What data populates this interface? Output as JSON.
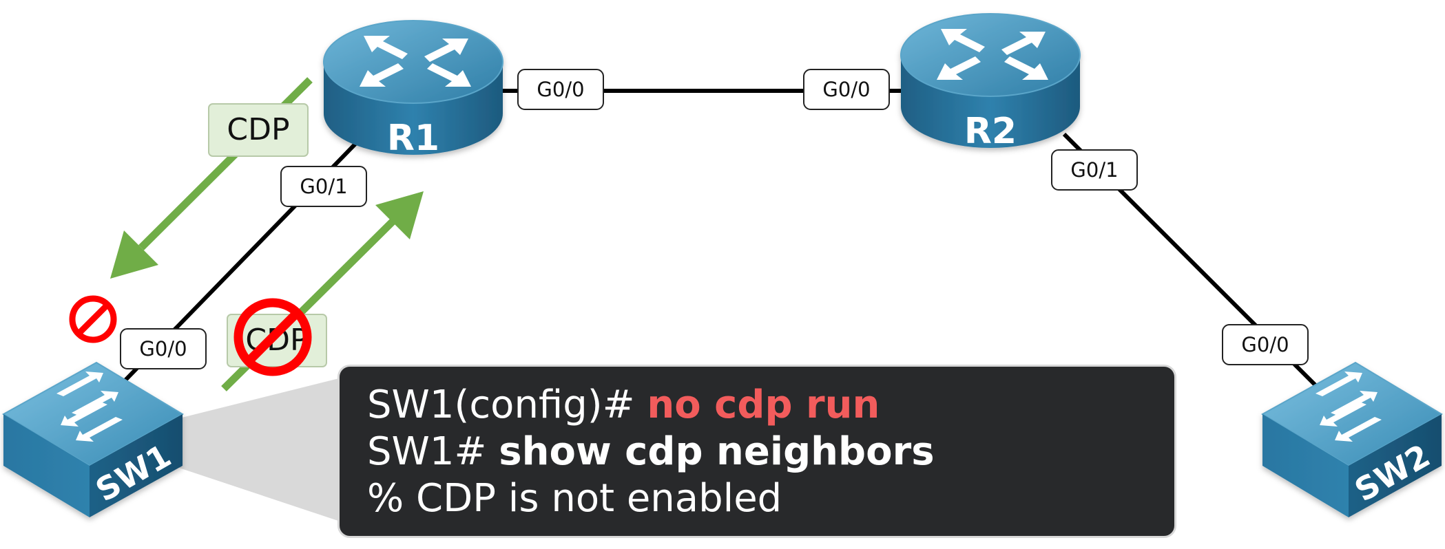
{
  "devices": {
    "r1": "R1",
    "r2": "R2",
    "sw1": "SW1",
    "sw2": "SW2"
  },
  "ports": {
    "r1_g00": "G0/0",
    "r2_g00": "G0/0",
    "r1_g01": "G0/1",
    "r2_g01": "G0/1",
    "sw1_g00": "G0/0",
    "sw2_g00": "G0/0"
  },
  "cdp_labels": {
    "from_r1": "CDP",
    "from_sw1": "CDP"
  },
  "terminal": {
    "line1_prompt": "SW1(config)# ",
    "line1_command": "no cdp run",
    "line2_prompt": "SW1# ",
    "line2_command": "show cdp neighbors",
    "line3_output": "% CDP is not enabled"
  },
  "colors": {
    "arrow_green": "#70ad47",
    "cdp_box_fill": "#e2efd9",
    "block_red": "#ff0000",
    "command_red": "#f25c5c",
    "device_blue": "#2e7fa6",
    "terminal_bg": "#28292b"
  }
}
